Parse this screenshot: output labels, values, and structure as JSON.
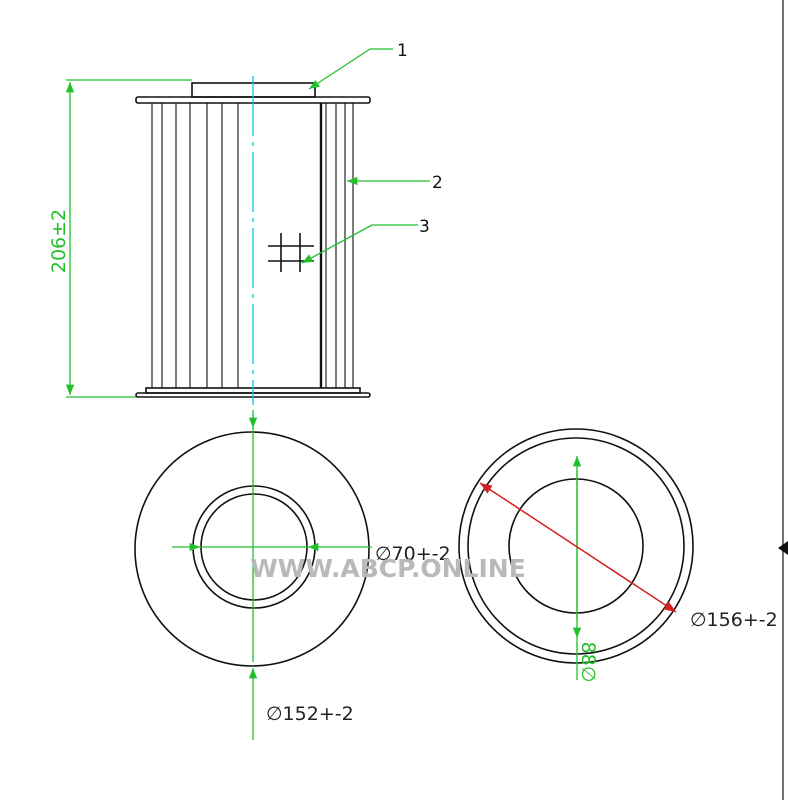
{
  "side_view": {
    "height_dimension": "206±2",
    "callouts": [
      "1",
      "2",
      "3"
    ]
  },
  "bottom_left_view": {
    "inner_diameter_label": "∅70+-2",
    "outer_diameter_label": "∅152+-2"
  },
  "bottom_right_view": {
    "outer_diameter_label": "∅156+-2",
    "inner_diameter_label": "88∅"
  },
  "watermark": "WWW.ABCP.ONLINE",
  "colors": {
    "outline": "#111111",
    "dimension": "#22c02a",
    "centerline": "#00c8e0",
    "diagonal": "#d42020",
    "watermark": "#b9b9b9"
  }
}
